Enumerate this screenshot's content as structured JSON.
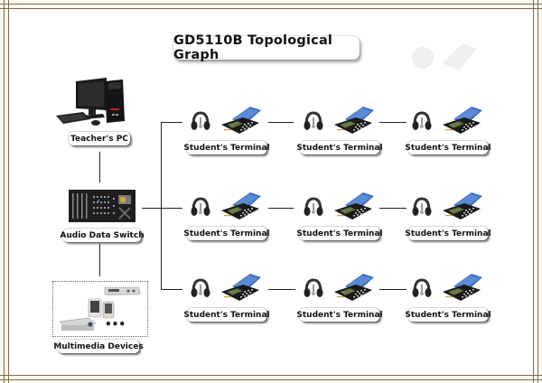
{
  "title": "GD5110B Topological Graph",
  "nodes": {
    "teacher_pc": {
      "label": "Teacher's PC",
      "icon": "desktop-computer-icon"
    },
    "audio_switch": {
      "label": "Audio Data Switch",
      "icon": "audio-switch-rack-icon"
    },
    "multimedia": {
      "label": "Multimedia Devices",
      "icon": "multimedia-devices-icon",
      "ellipsis": "..."
    }
  },
  "student_terminal_label": "Student's Terminal",
  "student_grid": [
    [
      {
        "label": "Student's Terminal"
      },
      {
        "label": "Student's Terminal"
      },
      {
        "label": "Student's Terminal"
      }
    ],
    [
      {
        "label": "Student's Terminal"
      },
      {
        "label": "Student's Terminal"
      },
      {
        "label": "Student's Terminal"
      }
    ],
    [
      {
        "label": "Student's Terminal"
      },
      {
        "label": "Student's Terminal"
      },
      {
        "label": "Student's Terminal"
      }
    ]
  ],
  "colors": {
    "border": "#7a6a4f",
    "background": "#fdf8ec",
    "connector": "#222222",
    "terminal_lid": "#3c6fc0"
  }
}
